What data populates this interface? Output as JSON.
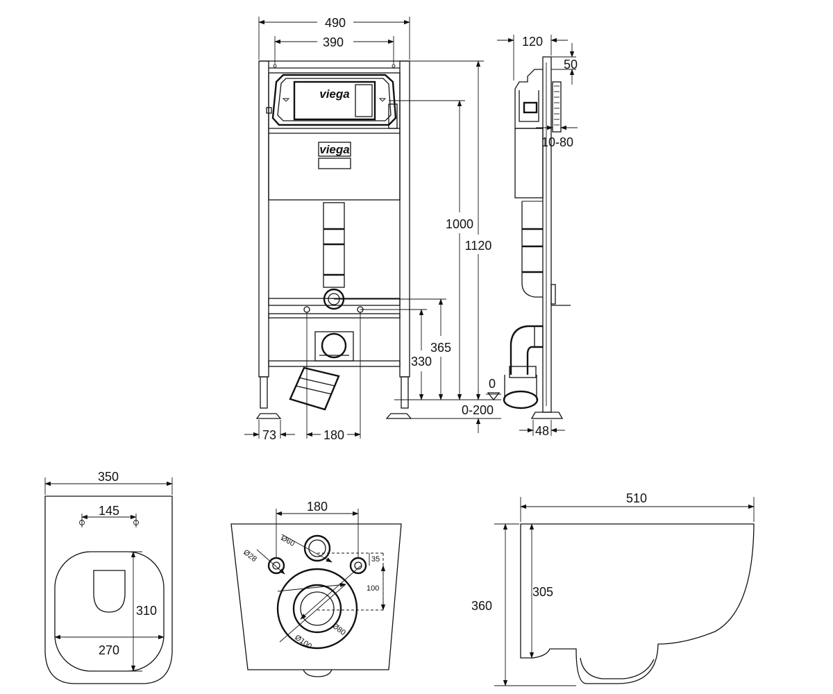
{
  "brand": {
    "logo_panel": "viega",
    "logo_body": "viega"
  },
  "frame_front": {
    "overall_width": "490",
    "inner_width": "390",
    "height_actuator": "1000",
    "height_total": "1120",
    "height_365": "365",
    "height_330": "330",
    "adjust_range": "0-200",
    "zero_level": "0",
    "foot_offset": "73",
    "bolt_spacing": "180"
  },
  "frame_side": {
    "depth": "120",
    "top_50": "50",
    "wall_range": "10-80",
    "foot_depth": "48"
  },
  "bowl_top": {
    "width": "350",
    "bolt_spacing": "145",
    "seat_length": "310",
    "seat_width": "270"
  },
  "bowl_back": {
    "bolt_spacing": "180",
    "hole_small": "Ø28",
    "hole_inlet": "Ø60",
    "offset_35": "35",
    "offset_100": "100",
    "outlet_inner": "Ø80",
    "outlet_outer": "Ø100"
  },
  "bowl_side": {
    "length": "510",
    "height_total": "360",
    "height_inner": "305"
  }
}
